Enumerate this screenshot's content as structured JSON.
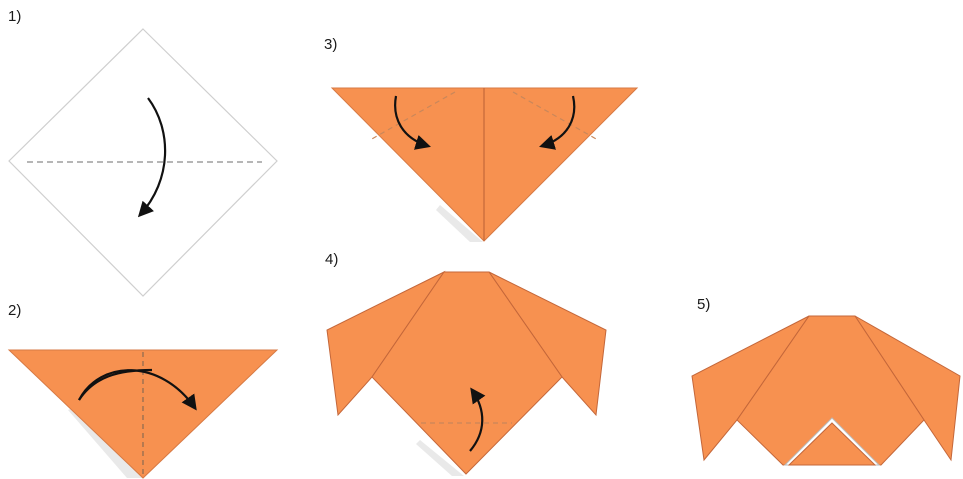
{
  "colors": {
    "paper": "#F79150",
    "paper_edge": "#C4673A",
    "fold_line": "#888888",
    "arrow": "#111111",
    "outline": "#cccccc",
    "back_sliver": "#e8e8e8"
  },
  "steps": [
    {
      "label": "1)",
      "shape": "square-diamond",
      "arrow_icon": "fold-down-arrow"
    },
    {
      "label": "2)",
      "shape": "triangle",
      "arrow_icon": "fold-right-arrow"
    },
    {
      "label": "3)",
      "shape": "triangle-with-ear-folds",
      "arrow_icon": "fold-ears-down-arrows"
    },
    {
      "label": "4)",
      "shape": "dog-head-ears",
      "arrow_icon": "fold-up-arrow"
    },
    {
      "label": "5)",
      "shape": "dog-face-finished",
      "arrow_icon": ""
    }
  ]
}
